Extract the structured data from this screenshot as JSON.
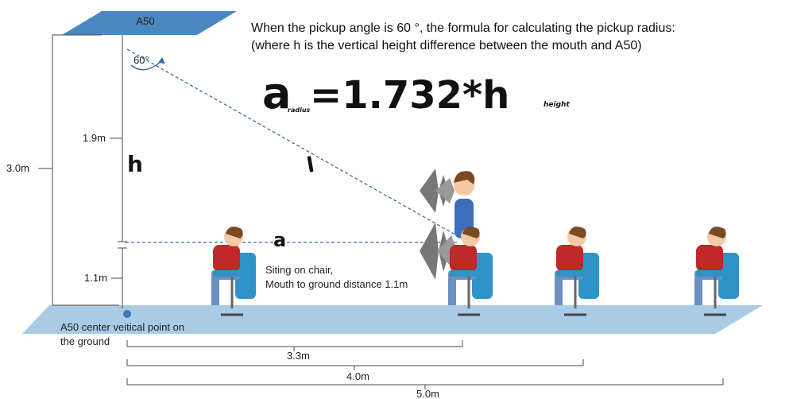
{
  "device": {
    "label": "A50"
  },
  "formula": {
    "title_line1": "When the pickup angle is 60 °, the formula for calculating the pickup radius:",
    "title_line2": "(where h is the vertical height difference between the mouth and A50)",
    "a": "a",
    "a_sub": "radius",
    "rhs": "=1.732*h",
    "h_sub": "height"
  },
  "angle_label": "60°",
  "symbols": {
    "h": "h",
    "l": "l",
    "a": "a"
  },
  "dimensions": {
    "total_height": "3.0m",
    "upper_height": "1.9m",
    "lower_height": "1.1m",
    "d1": "3.3m",
    "d2": "4.0m",
    "d3": "5.0m"
  },
  "notes": {
    "sitting_line1": "Siting on chair,",
    "sitting_line2": "Mouth to ground distance 1.1m",
    "ground_point_line1": "A50 center veitical point on",
    "ground_point_line2": "the ground"
  },
  "colors": {
    "ceiling_panel": "#4a86c0",
    "floor": "#a9cbe6",
    "dashed_line": "#3b6ea0",
    "shirt": "#c0282a",
    "chair": "#2e93c6"
  }
}
